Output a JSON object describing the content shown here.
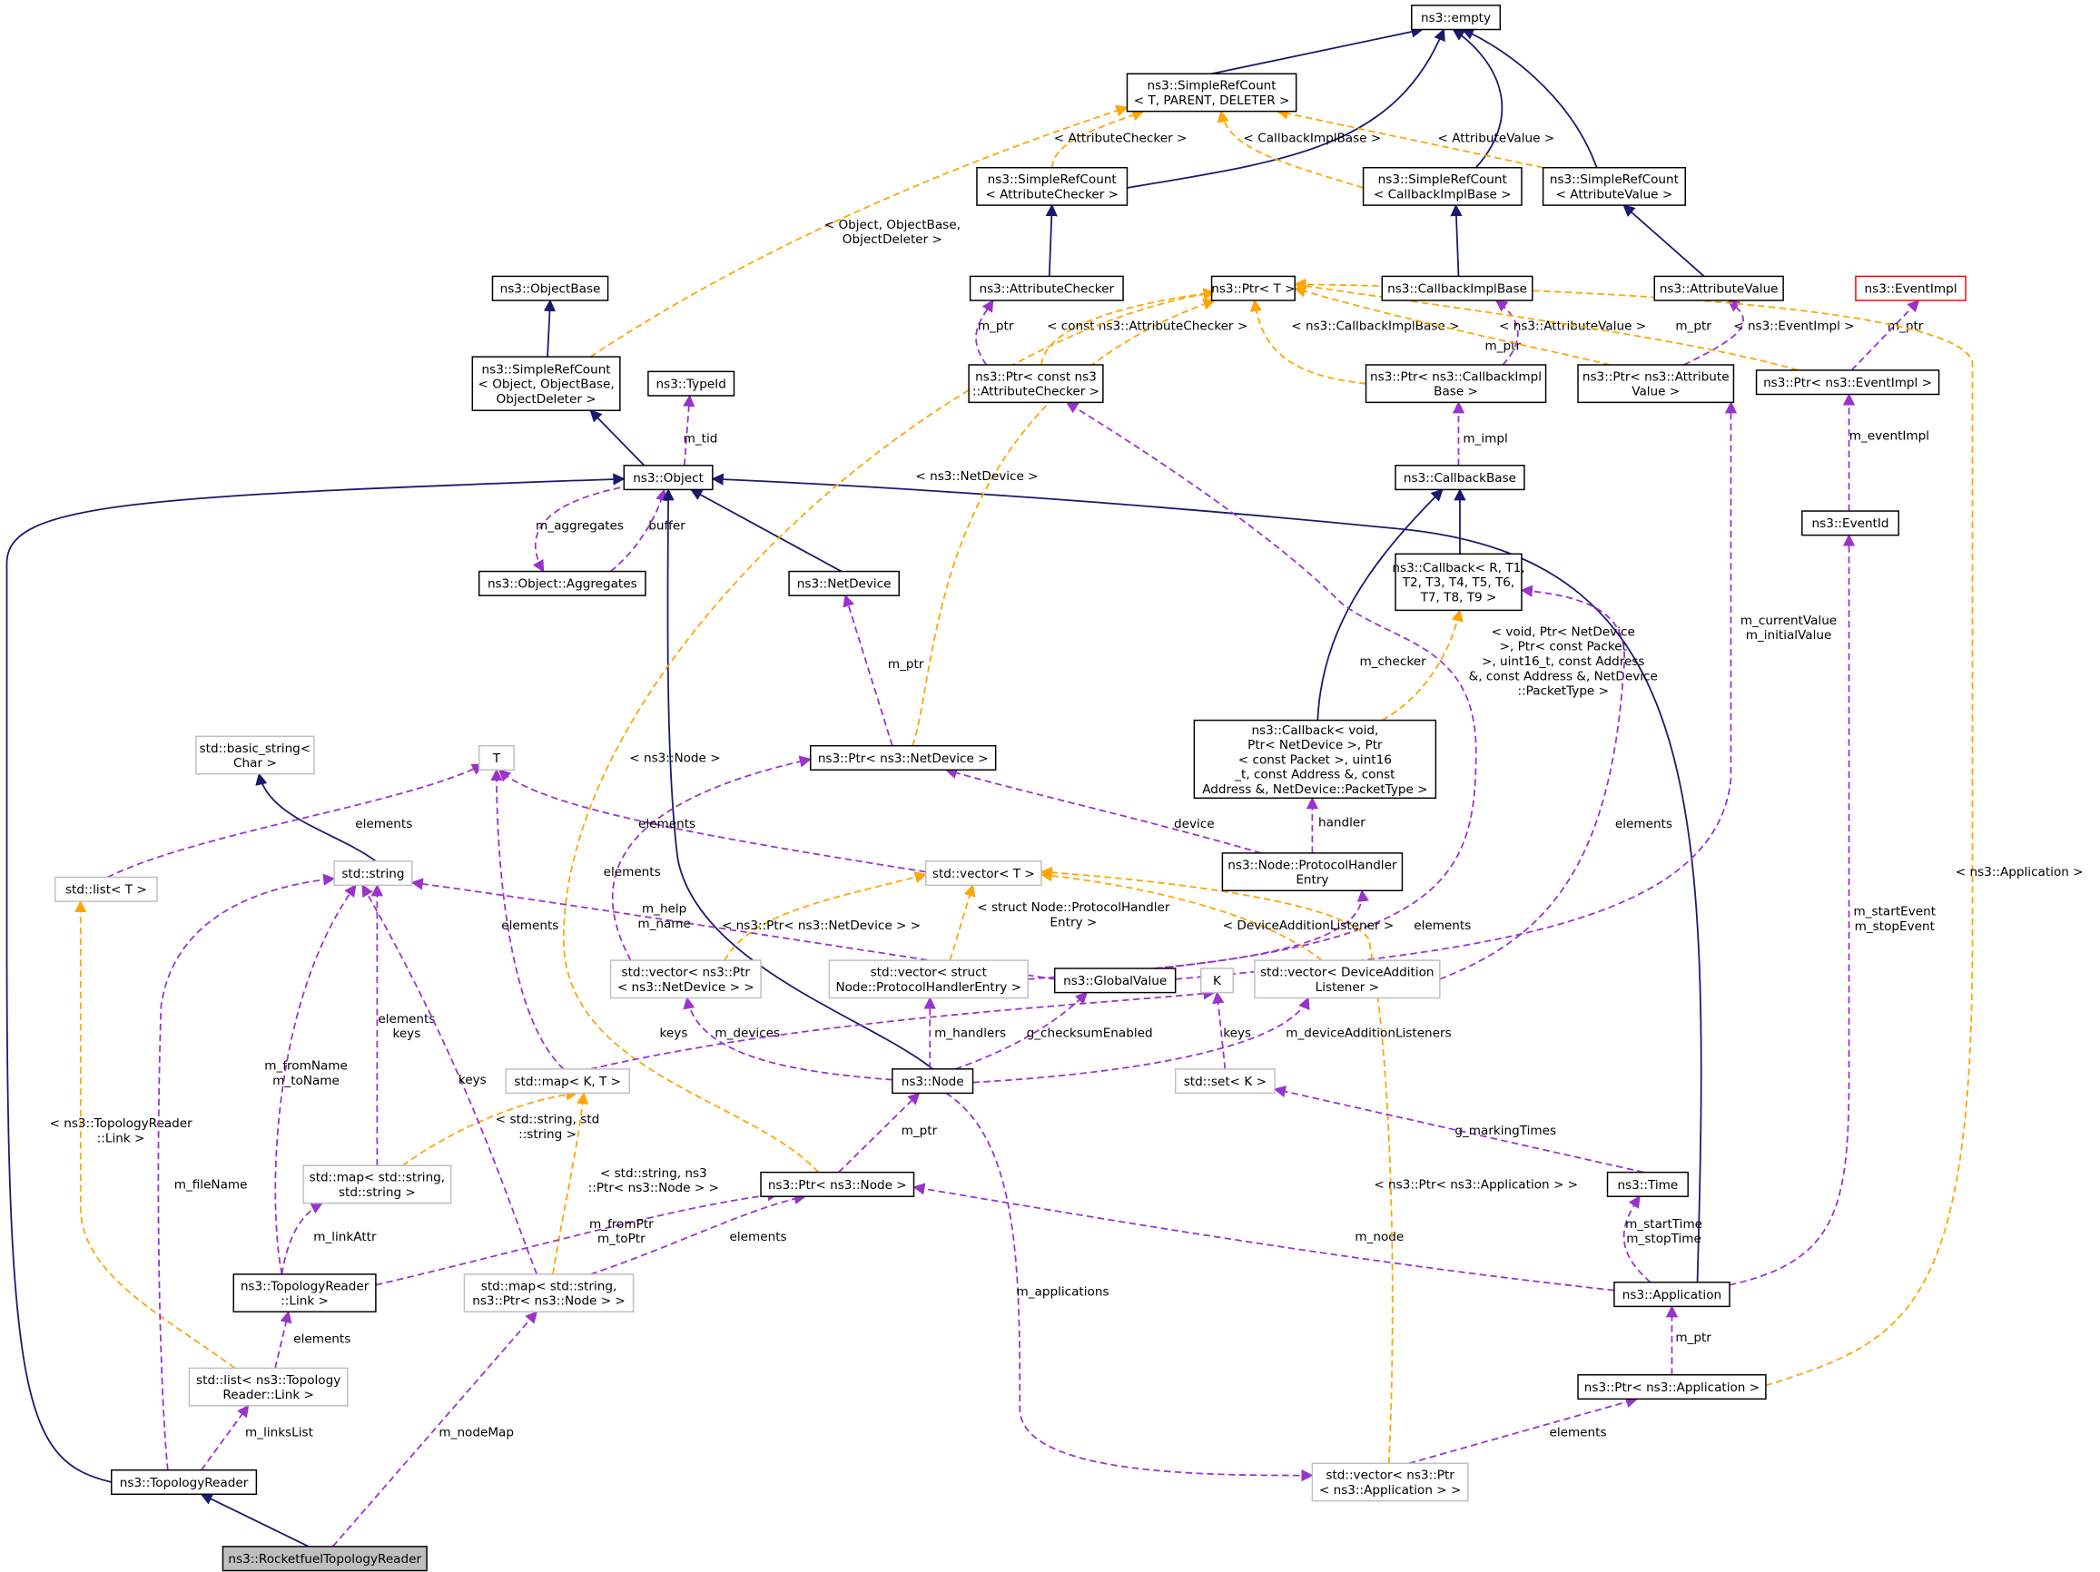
{
  "title": "ns3::RocketfuelTopologyReader collaboration graph",
  "colors": {
    "inherit": "#191970",
    "usage": "#9a32cd",
    "template": "#ffa500",
    "node_border": "#000000",
    "external_border": "#bfbfbf",
    "highlight_fill": "#bfbfbf",
    "undocumented_border": "#ff0000"
  },
  "nodes": [
    {
      "id": "empty",
      "style": "class",
      "lines": [
        "ns3::empty"
      ]
    },
    {
      "id": "src_tpd",
      "style": "class",
      "lines": [
        "ns3::SimpleRefCount",
        "< T, PARENT, DELETER >"
      ]
    },
    {
      "id": "src_ac",
      "style": "class",
      "lines": [
        "ns3::SimpleRefCount",
        "< AttributeChecker >"
      ]
    },
    {
      "id": "src_cib",
      "style": "class",
      "lines": [
        "ns3::SimpleRefCount",
        "< CallbackImplBase >"
      ]
    },
    {
      "id": "src_av",
      "style": "class",
      "lines": [
        "ns3::SimpleRefCount",
        "< AttributeValue >"
      ]
    },
    {
      "id": "objectbase",
      "style": "class",
      "lines": [
        "ns3::ObjectBase"
      ]
    },
    {
      "id": "src_obj",
      "style": "class",
      "lines": [
        "ns3::SimpleRefCount",
        "< Object, ObjectBase,",
        "ObjectDeleter >"
      ]
    },
    {
      "id": "typeid",
      "style": "class",
      "lines": [
        "ns3::TypeId"
      ]
    },
    {
      "id": "object",
      "style": "class",
      "lines": [
        "ns3::Object"
      ]
    },
    {
      "id": "aggregates",
      "style": "class",
      "lines": [
        "ns3::Object::Aggregates"
      ]
    },
    {
      "id": "netdevice",
      "style": "class",
      "lines": [
        "ns3::NetDevice"
      ]
    },
    {
      "id": "attrchecker",
      "style": "class",
      "lines": [
        "ns3::AttributeChecker"
      ]
    },
    {
      "id": "ptr_t",
      "style": "class",
      "lines": [
        "ns3::Ptr< T >"
      ]
    },
    {
      "id": "cib",
      "style": "class",
      "lines": [
        "ns3::CallbackImplBase"
      ]
    },
    {
      "id": "attrvalue",
      "style": "class",
      "lines": [
        "ns3::AttributeValue"
      ]
    },
    {
      "id": "eventimpl",
      "style": "red",
      "lines": [
        "ns3::EventImpl"
      ]
    },
    {
      "id": "ptr_cac",
      "style": "class",
      "lines": [
        "ns3::Ptr< const ns3",
        "::AttributeChecker >"
      ]
    },
    {
      "id": "ptr_cib",
      "style": "class",
      "lines": [
        "ns3::Ptr< ns3::CallbackImpl",
        "Base >"
      ]
    },
    {
      "id": "ptr_av",
      "style": "class",
      "lines": [
        "ns3::Ptr< ns3::Attribute",
        "Value >"
      ]
    },
    {
      "id": "ptr_ei",
      "style": "class",
      "lines": [
        "ns3::Ptr< ns3::EventImpl >"
      ]
    },
    {
      "id": "callbackbase",
      "style": "class",
      "lines": [
        "ns3::CallbackBase"
      ]
    },
    {
      "id": "eventid",
      "style": "class",
      "lines": [
        "ns3::EventId"
      ]
    },
    {
      "id": "callback_r",
      "style": "class",
      "lines": [
        "ns3::Callback< R, T1,",
        "T2, T3, T4, T5, T6,",
        "T7, T8, T9 >"
      ]
    },
    {
      "id": "callback_void",
      "style": "class",
      "lines": [
        "ns3::Callback< void,",
        "Ptr< NetDevice >, Ptr",
        "< const Packet >, uint16",
        "_t, const Address &, const",
        "Address &, NetDevice::PacketType >"
      ]
    },
    {
      "id": "ptr_nd",
      "style": "class",
      "lines": [
        "ns3::Ptr< ns3::NetDevice >"
      ]
    },
    {
      "id": "basic_string",
      "style": "external",
      "lines": [
        "std::basic_string<",
        "Char >"
      ]
    },
    {
      "id": "T",
      "style": "external",
      "lines": [
        "T"
      ]
    },
    {
      "id": "string",
      "style": "external",
      "lines": [
        "std::string"
      ]
    },
    {
      "id": "list_t",
      "style": "external",
      "lines": [
        "std::list< T >"
      ]
    },
    {
      "id": "vector_t",
      "style": "external",
      "lines": [
        "std::vector< T >"
      ]
    },
    {
      "id": "phe",
      "style": "class",
      "lines": [
        "ns3::Node::ProtocolHandler",
        "Entry"
      ]
    },
    {
      "id": "vec_ptr_nd",
      "style": "external",
      "lines": [
        "std::vector< ns3::Ptr",
        "< ns3::NetDevice > >"
      ]
    },
    {
      "id": "vec_phe",
      "style": "external",
      "lines": [
        "std::vector< struct",
        "Node::ProtocolHandlerEntry >"
      ]
    },
    {
      "id": "globalvalue",
      "style": "class",
      "lines": [
        "ns3::GlobalValue"
      ]
    },
    {
      "id": "K",
      "style": "external",
      "lines": [
        "K"
      ]
    },
    {
      "id": "vec_dal",
      "style": "external",
      "lines": [
        "std::vector< DeviceAddition",
        "Listener >"
      ]
    },
    {
      "id": "map_kt",
      "style": "external",
      "lines": [
        "std::map< K, T >"
      ]
    },
    {
      "id": "node",
      "style": "class",
      "lines": [
        "ns3::Node"
      ]
    },
    {
      "id": "set_k",
      "style": "external",
      "lines": [
        "std::set< K >"
      ]
    },
    {
      "id": "map_ss",
      "style": "external",
      "lines": [
        "std::map< std::string,",
        "std::string >"
      ]
    },
    {
      "id": "ptr_node",
      "style": "class",
      "lines": [
        "ns3::Ptr< ns3::Node >"
      ]
    },
    {
      "id": "time",
      "style": "class",
      "lines": [
        "ns3::Time"
      ]
    },
    {
      "id": "link",
      "style": "class",
      "lines": [
        "ns3::TopologyReader",
        "::Link >"
      ]
    },
    {
      "id": "map_s_ptrnode",
      "style": "external",
      "lines": [
        "std::map< std::string,",
        "ns3::Ptr< ns3::Node > >"
      ]
    },
    {
      "id": "application",
      "style": "class",
      "lines": [
        "ns3::Application"
      ]
    },
    {
      "id": "list_link",
      "style": "external",
      "lines": [
        "std::list< ns3::Topology",
        "Reader::Link >"
      ]
    },
    {
      "id": "ptr_app",
      "style": "class",
      "lines": [
        "ns3::Ptr< ns3::Application >"
      ]
    },
    {
      "id": "topologyreader",
      "style": "class",
      "lines": [
        "ns3::TopologyReader"
      ]
    },
    {
      "id": "vec_ptr_app",
      "style": "external",
      "lines": [
        "std::vector< ns3::Ptr",
        "< ns3::Application > >"
      ]
    },
    {
      "id": "rocketfuel",
      "style": "highlight",
      "lines": [
        "ns3::RocketfuelTopologyReader"
      ]
    }
  ],
  "edges": [
    {
      "type": "inherit",
      "lines": []
    },
    {
      "type": "inherit",
      "lines": []
    },
    {
      "type": "inherit",
      "lines": []
    },
    {
      "type": "inherit",
      "lines": []
    },
    {
      "type": "template",
      "lines": [
        "< AttributeChecker >"
      ]
    },
    {
      "type": "template",
      "lines": [
        "< CallbackImplBase >"
      ]
    },
    {
      "type": "template",
      "lines": [
        "< AttributeValue >"
      ]
    },
    {
      "type": "template",
      "lines": [
        "< Object, ObjectBase,",
        "ObjectDeleter >"
      ]
    },
    {
      "type": "inherit",
      "lines": []
    },
    {
      "type": "inherit",
      "lines": []
    },
    {
      "type": "inherit",
      "lines": []
    },
    {
      "type": "inherit",
      "lines": []
    },
    {
      "type": "inherit",
      "lines": []
    },
    {
      "type": "usage",
      "lines": [
        "m_tid"
      ]
    },
    {
      "type": "usage",
      "lines": [
        "m_aggregates"
      ]
    },
    {
      "type": "usage",
      "lines": [
        "buffer"
      ]
    },
    {
      "type": "inherit",
      "lines": []
    },
    {
      "type": "inherit",
      "lines": []
    },
    {
      "type": "inherit",
      "lines": []
    },
    {
      "type": "inherit",
      "lines": []
    },
    {
      "type": "inherit",
      "lines": []
    },
    {
      "type": "usage",
      "lines": [
        "m_ptr"
      ]
    },
    {
      "type": "template",
      "lines": [
        "< ns3::NetDevice >"
      ]
    },
    {
      "type": "usage",
      "lines": [
        "m_ptr"
      ]
    },
    {
      "type": "template",
      "lines": [
        "< const ns3::AttributeChecker >"
      ]
    },
    {
      "type": "template",
      "lines": [
        "< ns3::CallbackImplBase >"
      ]
    },
    {
      "type": "usage",
      "lines": [
        "m_ptr"
      ]
    },
    {
      "type": "template",
      "lines": [
        "< ns3::AttributeValue >"
      ]
    },
    {
      "type": "usage",
      "lines": [
        "m_ptr"
      ]
    },
    {
      "type": "template",
      "lines": [
        "< ns3::EventImpl >"
      ]
    },
    {
      "type": "usage",
      "lines": [
        "m_ptr"
      ]
    },
    {
      "type": "template",
      "lines": [
        "< ns3::Application >"
      ]
    },
    {
      "type": "template",
      "lines": [
        "< ns3::Node >"
      ]
    },
    {
      "type": "usage",
      "lines": [
        "m_ptr"
      ]
    },
    {
      "type": "usage",
      "lines": [
        "m_impl"
      ]
    },
    {
      "type": "inherit",
      "lines": []
    },
    {
      "type": "inherit",
      "lines": []
    },
    {
      "type": "template",
      "lines": [
        "< void, Ptr< NetDevice",
        ">, Ptr< const Packet",
        ">, uint16_t, const Address",
        "&, const Address &, NetDevice",
        "::PacketType >"
      ]
    },
    {
      "type": "usage",
      "lines": [
        "handler"
      ]
    },
    {
      "type": "usage",
      "lines": [
        "device"
      ]
    },
    {
      "type": "usage",
      "lines": [
        "m_checker"
      ]
    },
    {
      "type": "usage",
      "lines": [
        "m_currentValue",
        "m_initialValue"
      ]
    },
    {
      "type": "usage",
      "lines": [
        "m_help",
        "m_name"
      ]
    },
    {
      "type": "usage",
      "lines": [
        "m_eventImpl"
      ]
    },
    {
      "type": "usage",
      "lines": [
        "m_startEvent",
        "m_stopEvent"
      ]
    },
    {
      "type": "usage",
      "lines": [
        "m_startTime",
        "m_stopTime"
      ]
    },
    {
      "type": "usage",
      "lines": [
        "m_node"
      ]
    },
    {
      "type": "usage",
      "lines": [
        "m_ptr"
      ]
    },
    {
      "type": "usage",
      "lines": [
        "elements"
      ]
    },
    {
      "type": "template",
      "lines": [
        "< ns3::Ptr< ns3::Application > >"
      ]
    },
    {
      "type": "usage",
      "lines": [
        "m_applications"
      ]
    },
    {
      "type": "usage",
      "lines": [
        "m_devices"
      ]
    },
    {
      "type": "usage",
      "lines": [
        "m_handlers"
      ]
    },
    {
      "type": "usage",
      "lines": [
        "g_checksumEnabled"
      ]
    },
    {
      "type": "usage",
      "lines": [
        "m_deviceAdditionListeners"
      ]
    },
    {
      "type": "usage",
      "lines": [
        "elements"
      ]
    },
    {
      "type": "template",
      "lines": [
        "< ns3::Ptr< ns3::NetDevice > >"
      ]
    },
    {
      "type": "template",
      "lines": [
        "< struct Node::ProtocolHandler",
        "Entry >"
      ]
    },
    {
      "type": "usage",
      "lines": [
        "elements"
      ]
    },
    {
      "type": "template",
      "lines": [
        "< DeviceAdditionListener >"
      ]
    },
    {
      "type": "usage",
      "lines": [
        "elements"
      ]
    },
    {
      "type": "usage",
      "lines": [
        "elements"
      ]
    },
    {
      "type": "usage",
      "lines": [
        "elements"
      ]
    },
    {
      "type": "inherit",
      "lines": []
    },
    {
      "type": "usage",
      "lines": [
        "elements"
      ]
    },
    {
      "type": "usage",
      "lines": [
        "keys"
      ]
    },
    {
      "type": "usage",
      "lines": [
        "keys"
      ]
    },
    {
      "type": "usage",
      "lines": [
        "g_markingTimes"
      ]
    },
    {
      "type": "template",
      "lines": [
        "< std::string, std",
        "::string >"
      ]
    },
    {
      "type": "usage",
      "lines": [
        "elements",
        "keys"
      ]
    },
    {
      "type": "template",
      "lines": [
        "< std::string, ns3",
        "::Ptr< ns3::Node > >"
      ]
    },
    {
      "type": "usage",
      "lines": [
        "elements"
      ]
    },
    {
      "type": "usage",
      "lines": [
        "keys"
      ]
    },
    {
      "type": "usage",
      "lines": [
        "m_fromName",
        "m_toName"
      ]
    },
    {
      "type": "usage",
      "lines": [
        "m_fromPtr",
        "m_toPtr"
      ]
    },
    {
      "type": "usage",
      "lines": [
        "m_linkAttr"
      ]
    },
    {
      "type": "usage",
      "lines": [
        "elements"
      ]
    },
    {
      "type": "template",
      "lines": [
        "< ns3::TopologyReader",
        "::Link >"
      ]
    },
    {
      "type": "usage",
      "lines": [
        "m_linksList"
      ]
    },
    {
      "type": "usage",
      "lines": [
        "m_fileName"
      ]
    },
    {
      "type": "usage",
      "lines": [
        "m_nodeMap"
      ]
    }
  ]
}
